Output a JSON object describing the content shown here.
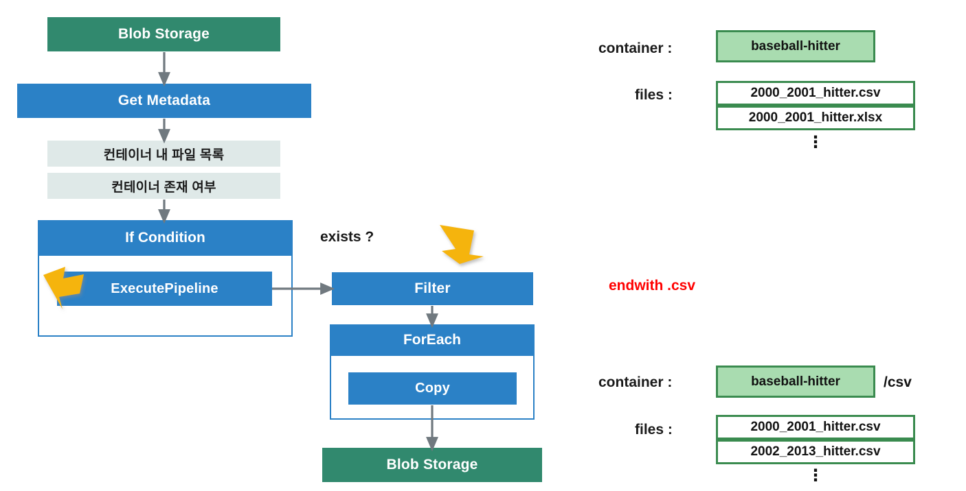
{
  "diagram": {
    "title": "Azure Data Factory blob copy pipeline",
    "colors": {
      "green": "#31896E",
      "blue": "#2B81C6",
      "light": "#DFE9E8",
      "yellow_arrow": "#F5B40D",
      "red_text": "#FF0000",
      "chip_fill": "#A9DCB0",
      "chip_border": "#3A8B4F",
      "connector": "#70797F"
    },
    "nodes": {
      "source_blob": "Blob Storage",
      "get_metadata": "Get Metadata",
      "meta_field_1": "컨테이너 내 파일 목록",
      "meta_field_2": "컨테이너 존재 여부",
      "if_condition": "If Condition",
      "execute_pipeline": "ExecutePipeline",
      "filter": "Filter",
      "foreach": "ForEach",
      "copy": "Copy",
      "sink_blob": "Blob Storage"
    },
    "annotations": {
      "exists": "exists ?",
      "endwith": "endwith .csv"
    }
  },
  "source_panel": {
    "container_label": "container :",
    "container_value": "baseball-hitter",
    "files_label": "files :",
    "files": [
      "2000_2001_hitter.csv",
      "2000_2001_hitter.xlsx"
    ],
    "ellipsis": "⋮"
  },
  "sink_panel": {
    "container_label": "container :",
    "container_value": "baseball-hitter",
    "container_suffix": "/csv",
    "files_label": "files :",
    "files": [
      "2000_2001_hitter.csv",
      "2002_2013_hitter.csv"
    ],
    "ellipsis": "⋮"
  }
}
